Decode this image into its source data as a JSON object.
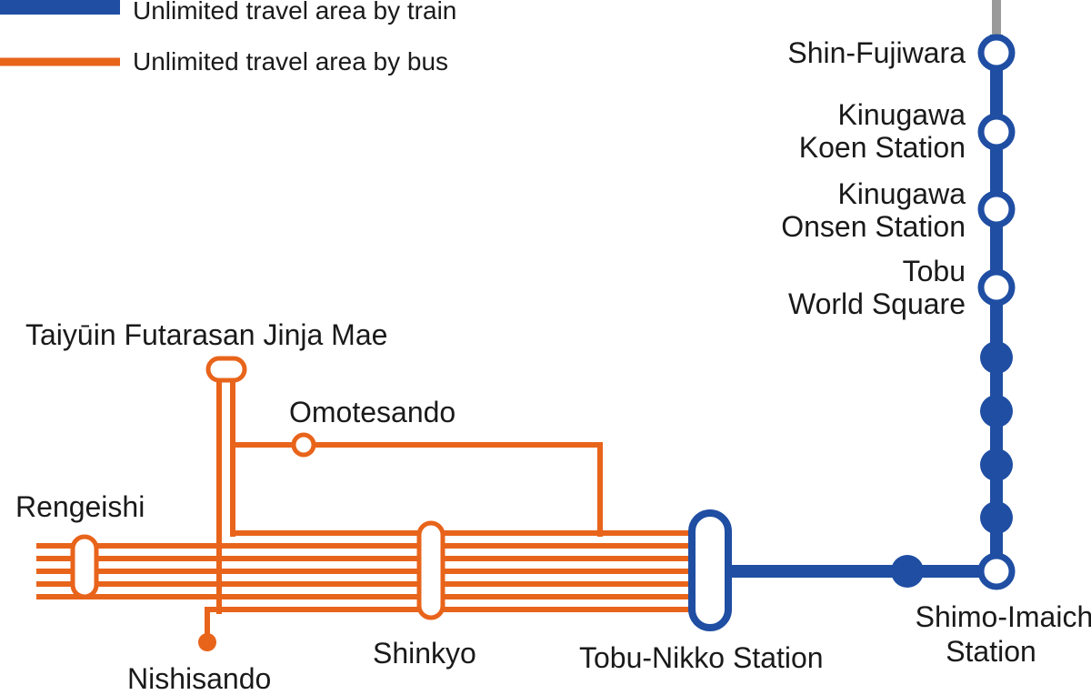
{
  "colors": {
    "train": "#1f4ea3",
    "bus": "#e8641b",
    "upstream": "#9a9a9a",
    "text": "#1a1a1a",
    "background": "#ffffff"
  },
  "legend": {
    "train": "Unlimited travel area by train",
    "bus": "Unlimited travel area by bus"
  },
  "train_stations": {
    "shin_fujiwara": "Shin-Fujiwara",
    "kinugawa_koen_1": "Kinugawa",
    "kinugawa_koen_2": "Koen Station",
    "kinugawa_onsen_1": "Kinugawa",
    "kinugawa_onsen_2": "Onsen Station",
    "tobu_world_1": "Tobu",
    "tobu_world_2": "World Square",
    "shimo_imaichi_1": "Shimo-Imaichi",
    "shimo_imaichi_2": "Station",
    "tobu_nikko": "Tobu-Nikko Station"
  },
  "bus_stops": {
    "taiyuin": "Taiyūin Futarasan Jinja Mae",
    "omotesando": "Omotesando",
    "rengeishi": "Rengeishi",
    "shinkyo": "Shinkyo",
    "nishisando": "Nishisando"
  }
}
